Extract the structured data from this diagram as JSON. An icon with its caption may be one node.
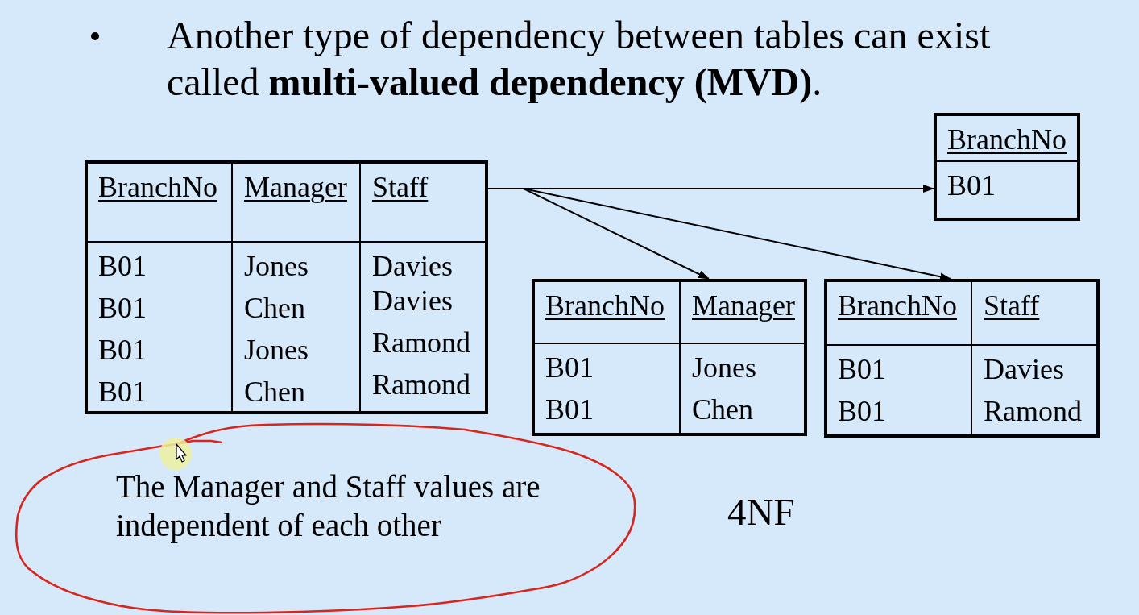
{
  "diagram": {
    "nodes": [
      {
        "text": [
          "BranchNo",
          "Manager",
          "Staff",
          "B01",
          "Jones",
          "Davies",
          "B01",
          "Chen",
          "Davies",
          "B01",
          "Jones",
          "Ramond",
          "B01",
          "Chen",
          "Ramond"
        ]
      },
      {
        "text": [
          "BranchNo",
          "B01"
        ]
      },
      {
        "text": [
          "BranchNo",
          "Manager",
          "B01",
          "Jones",
          "B01",
          "Chen"
        ]
      },
      {
        "text": [
          "BranchNo",
          "Staff",
          "B01",
          "Davies",
          "B01",
          "Ramond"
        ]
      },
      {
        "text": [
          "The Manager and Staff values are independent of each other"
        ]
      }
    ],
    "edges": [
      {
        "from": 0,
        "to": 1,
        "arrow": "to"
      },
      {
        "from": 0,
        "to": 2,
        "arrow": "to"
      },
      {
        "from": 0,
        "to": 3,
        "arrow": "to"
      }
    ],
    "labels": [
      "Another type of dependency between tables can exist called **multi-valued dependency (MVD)**.",
      "4NF"
    ]
  }
}
